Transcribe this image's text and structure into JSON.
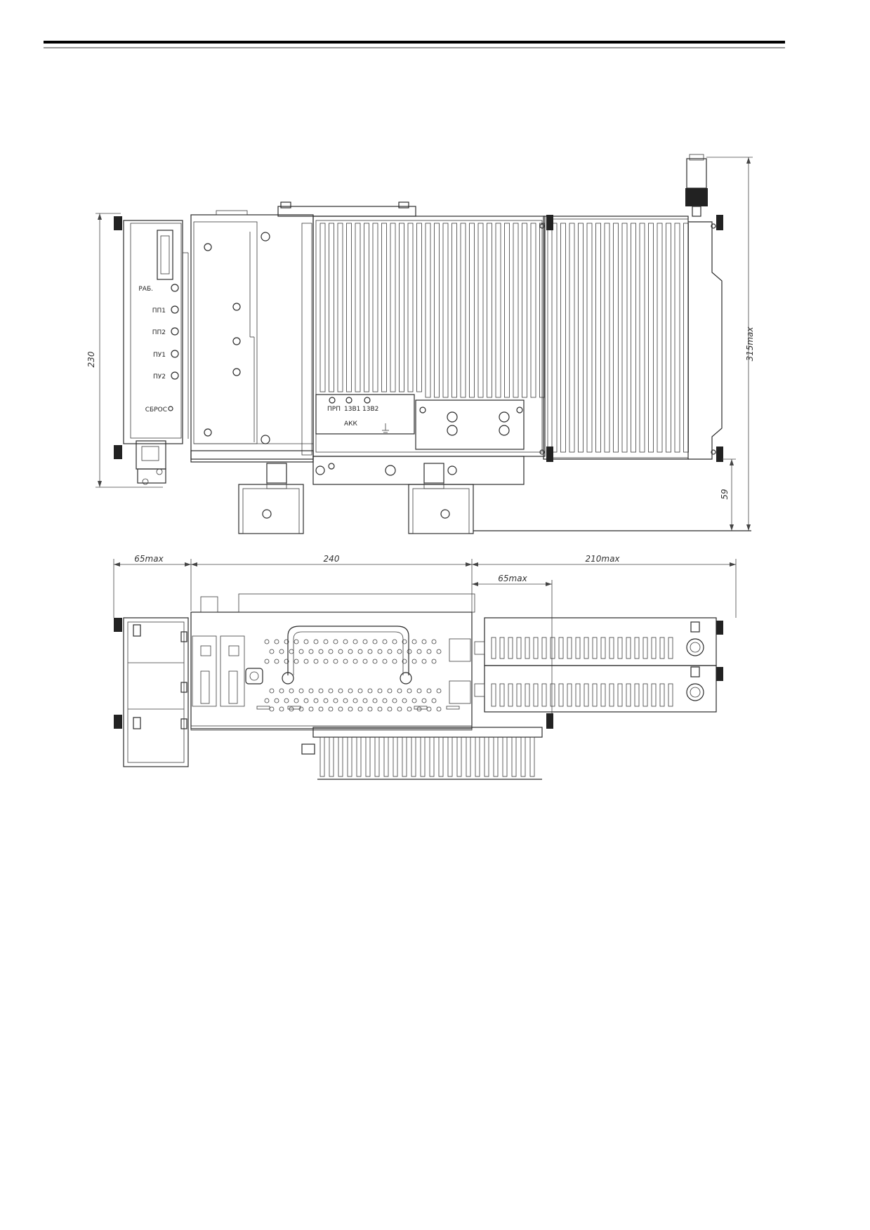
{
  "front_view": {
    "left_panel_labels": [
      "РАБ.",
      "ПП1",
      "ПП2",
      "ПУ1",
      "ПУ2"
    ],
    "reset_label": "СБРОС",
    "mid_panel_labels": [
      "ПРП",
      "13В1",
      "13В2"
    ],
    "akk_label": "АКК"
  },
  "dimensions": {
    "height_body": "230",
    "height_total": "315max",
    "height_stand": "59",
    "width_left": "65max",
    "width_body": "240",
    "width_right": "210max",
    "width_right_inner": "65max"
  }
}
